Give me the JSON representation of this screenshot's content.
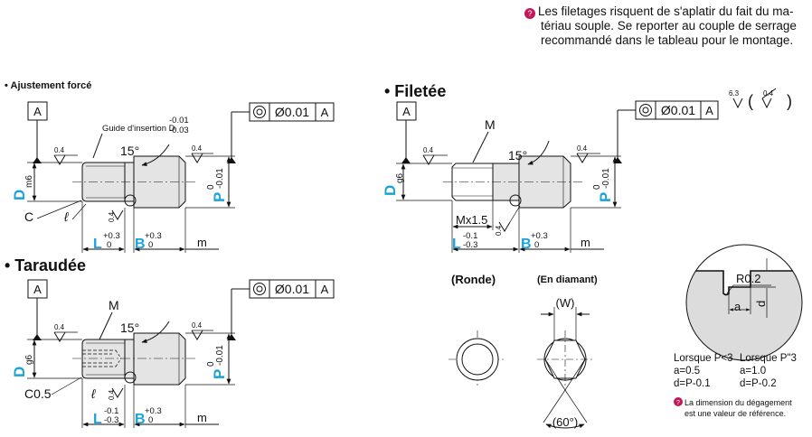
{
  "note_top": {
    "line1": "Les filetages risquent de s'aplatir du fait du ma-",
    "line2": "tériau souple. Se reporter au couple de serrage",
    "line3": "recommandé dans le tableau pour le montage."
  },
  "section_press": {
    "title": "• Ajustement forcé",
    "datum": "A",
    "tolerance": "Ø0.01",
    "tolerance_ref": "A",
    "guide_label": "Guide d'insertion D",
    "guide_tol_upper": "-0.01",
    "guide_tol_lower": "-0.03",
    "angle": "15°",
    "rough": "0.4",
    "D": "D",
    "D_fit": "m6",
    "P": "P",
    "P_tol_upper": "0",
    "P_tol_lower": "-0.01",
    "C": "C",
    "ell": "ℓ",
    "L": "L",
    "L_tol_upper": "+0.3",
    "L_tol_lower": "0",
    "B": "B",
    "B_tol_upper": "+0.3",
    "B_tol_lower": "0",
    "m": "m"
  },
  "section_threaded": {
    "title": "• Filetée",
    "datum": "A",
    "tolerance": "Ø0.01",
    "tolerance_ref": "A",
    "rough_global": "6.3",
    "rough_paren": "0.4",
    "M": "M",
    "angle": "15°",
    "rough": "0.4",
    "D": "D",
    "D_fit": "g6",
    "P": "P",
    "P_tol_upper": "0",
    "P_tol_lower": "-0.01",
    "Mx": "Mx1.5",
    "L": "L",
    "L_tol_upper": "-0.1",
    "L_tol_lower": "-0.3",
    "B": "B",
    "B_tol_upper": "+0.3",
    "B_tol_lower": "0",
    "m": "m"
  },
  "section_tapped": {
    "title": "• Taraudée",
    "datum": "A",
    "tolerance": "Ø0.01",
    "tolerance_ref": "A",
    "M": "M",
    "angle": "15°",
    "rough": "0.4",
    "D": "D",
    "D_fit": "g6",
    "P": "P",
    "P_tol_upper": "0",
    "P_tol_lower": "-0.01",
    "C": "C0.5",
    "ell": "ℓ",
    "L": "L",
    "L_tol_upper": "-0.1",
    "L_tol_lower": "-0.3",
    "B": "B",
    "B_tol_upper": "+0.3",
    "B_tol_lower": "0",
    "m": "m"
  },
  "ends": {
    "round": "(Ronde)",
    "diamond": "(En diamant)",
    "W": "(W)",
    "angle60": "(60°)"
  },
  "relief": {
    "R": "R0.2",
    "a": "a",
    "d": "d",
    "case1_title": "Lorsque P<3",
    "case1_a": "a=0.5",
    "case1_d": "d=P-0.1",
    "case2_title": "Lorsque P\"3",
    "case2_a": "a=1.0",
    "case2_d": "d=P-0.2",
    "note1": "La dimension du dégagement",
    "note2": "est une valeur de référence."
  },
  "colors": {
    "blue": "#1aa3d9",
    "warn": "#c2185b",
    "part_fill": "#e4e4e4",
    "relief_fill": "#dcdcdc"
  }
}
